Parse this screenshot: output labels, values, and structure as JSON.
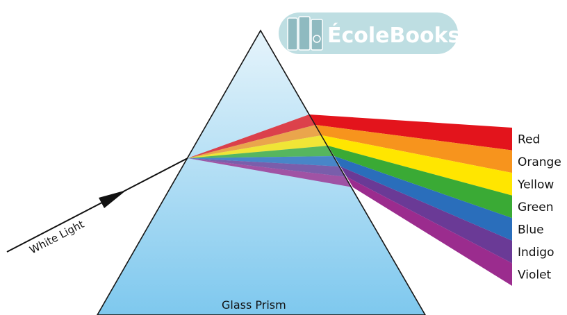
{
  "logo": {
    "text": "ÉcoleBooks"
  },
  "incident_ray": {
    "label": "White Light"
  },
  "prism": {
    "label": "Glass Prism"
  },
  "spectrum": [
    {
      "label": "Red",
      "color": "#e3141c"
    },
    {
      "label": "Orange",
      "color": "#f7941d"
    },
    {
      "label": "Yellow",
      "color": "#ffe600"
    },
    {
      "label": "Green",
      "color": "#3aaa35"
    },
    {
      "label": "Blue",
      "color": "#2a6ebb"
    },
    {
      "label": "Indigo",
      "color": "#6a3a96"
    },
    {
      "label": "Violet",
      "color": "#9b2c8e"
    }
  ],
  "colors": {
    "prism_top": "#e6f4fb",
    "prism_bottom": "#7ec8ee",
    "logo_fill": "#b9dbdf"
  }
}
